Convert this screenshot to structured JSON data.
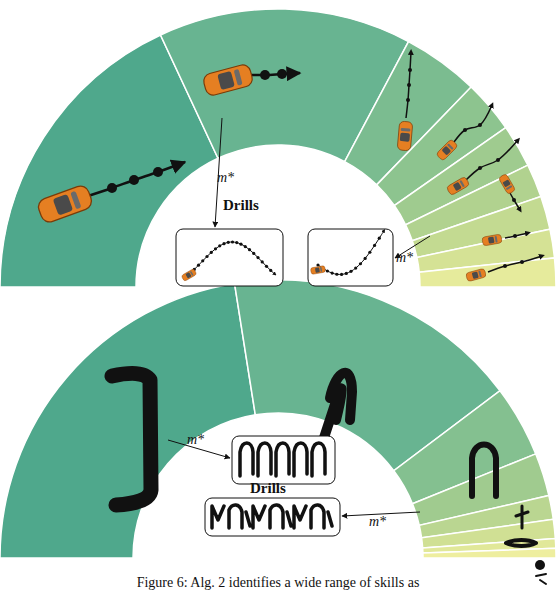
{
  "diagram": {
    "caption": "Figure 6: Alg. 2 identifies a wide range of skills as",
    "labels": [
      "Drills",
      "m*",
      "m*",
      "Drills",
      "m*",
      "m*"
    ]
  }
}
